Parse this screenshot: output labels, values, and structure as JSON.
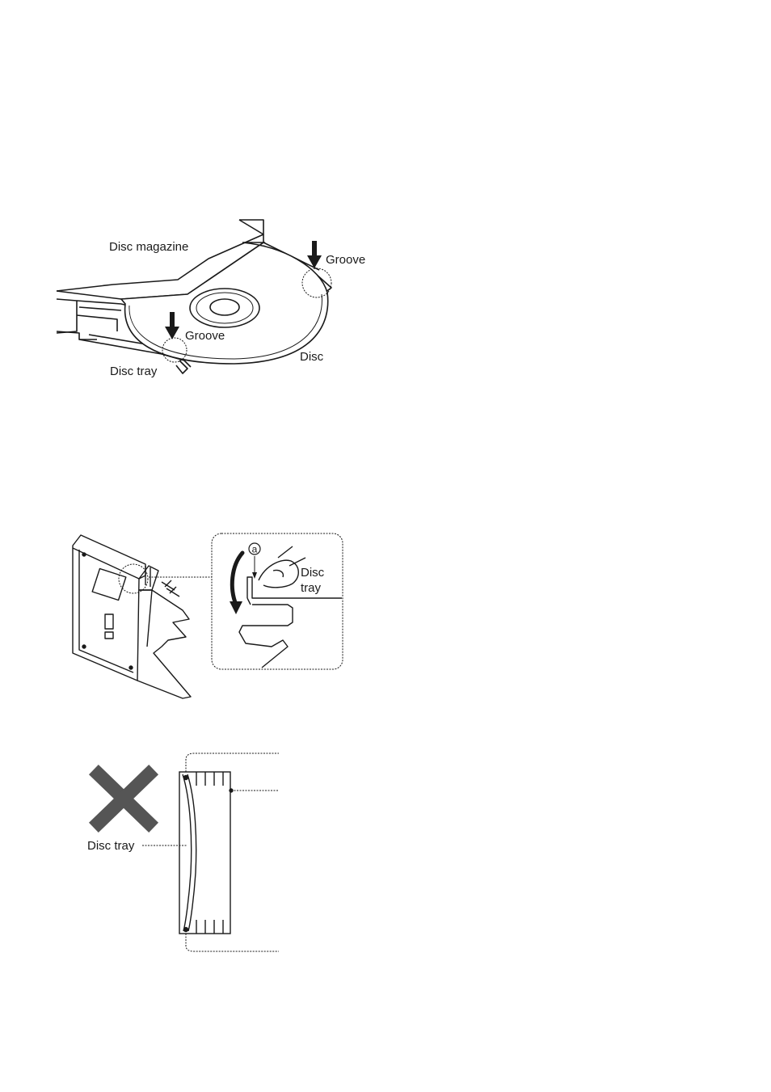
{
  "figure1": {
    "label_disc_magazine": "Disc magazine",
    "label_groove_right": "Groove",
    "label_groove_left": "Groove",
    "label_disc": "Disc",
    "label_disc_tray": "Disc tray"
  },
  "figure2": {
    "callout_marker": "a",
    "label_disc_tray_line1": "Disc",
    "label_disc_tray_line2": "tray"
  },
  "figure3": {
    "label_disc_tray": "Disc tray"
  },
  "colors": {
    "ink": "#1a1a1a",
    "cross": "#555555",
    "paper": "#ffffff"
  }
}
